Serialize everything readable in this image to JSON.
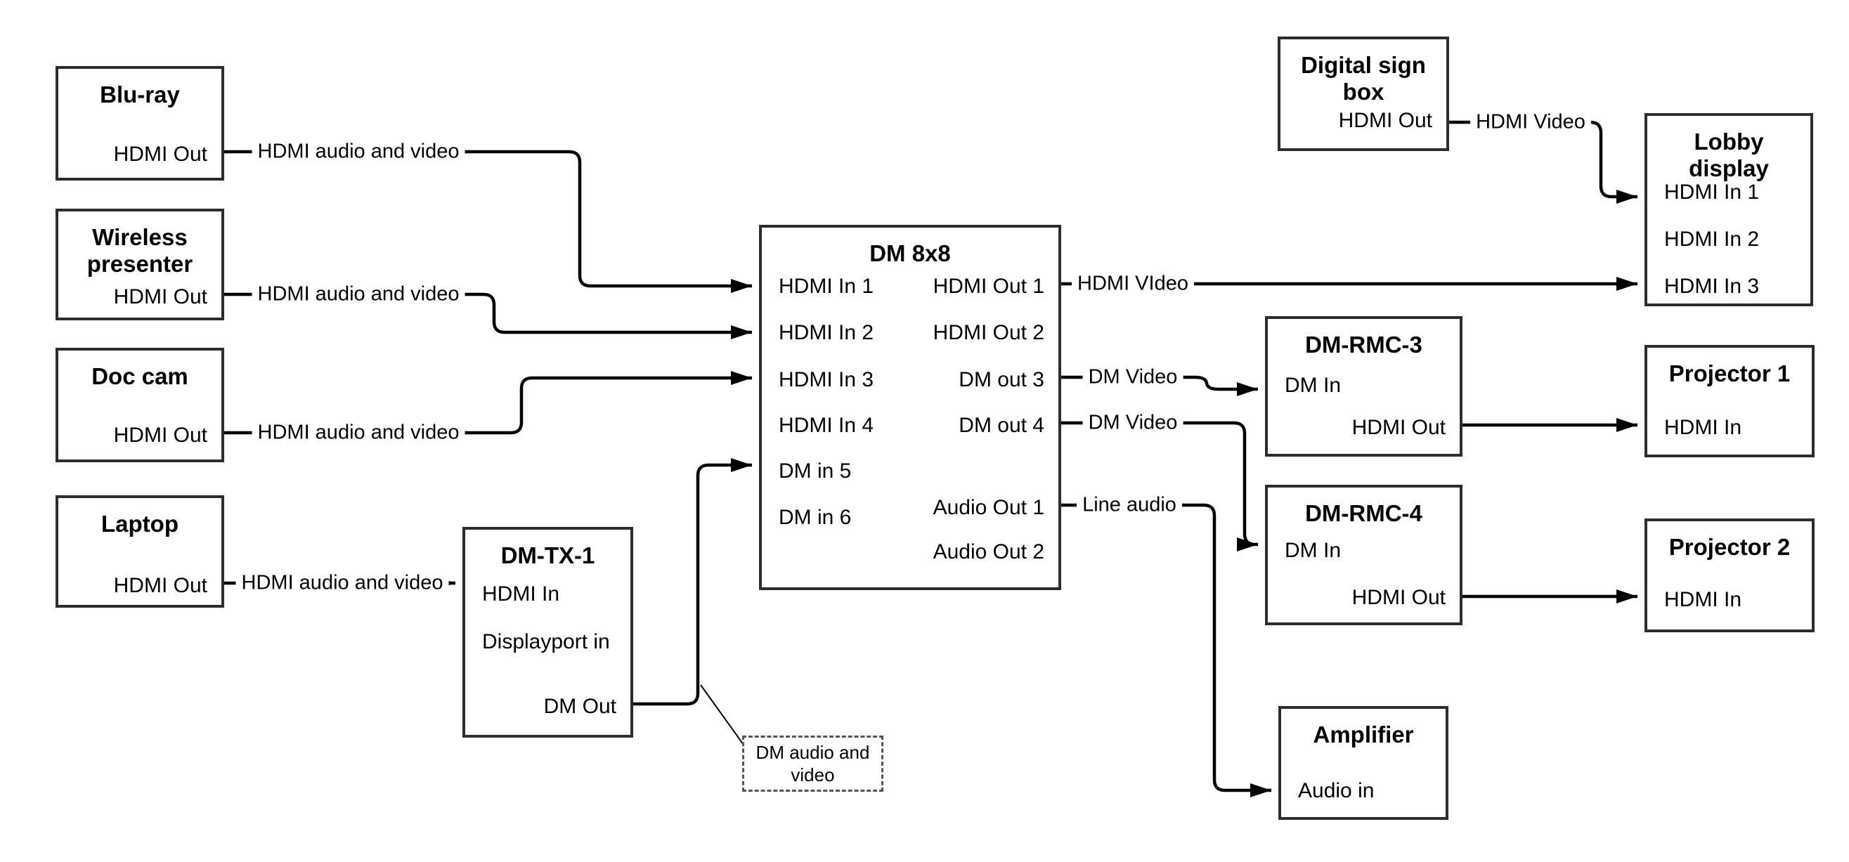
{
  "diagram": {
    "background_color": "#ffffff",
    "box_border_color": "#2d2d2d",
    "wire_color": "#000000",
    "text_color": "#000000"
  },
  "nodes": {
    "bluray": {
      "title": "Blu-ray",
      "ports": {
        "hdmi_out": "HDMI Out"
      }
    },
    "wireless_presenter": {
      "title": "Wireless\npresenter",
      "ports": {
        "hdmi_out": "HDMI Out"
      }
    },
    "doc_cam": {
      "title": "Doc cam",
      "ports": {
        "hdmi_out": "HDMI Out"
      }
    },
    "laptop": {
      "title": "Laptop",
      "ports": {
        "hdmi_out": "HDMI Out"
      }
    },
    "dm_tx_1": {
      "title": "DM-TX-1",
      "ports": {
        "hdmi_in": "HDMI In",
        "displayport_in": "Displayport in",
        "dm_out": "DM Out"
      }
    },
    "dm_8x8": {
      "title": "DM 8x8",
      "ports": {
        "hdmi_in_1": "HDMI In 1",
        "hdmi_in_2": "HDMI In 2",
        "hdmi_in_3": "HDMI In 3",
        "hdmi_in_4": "HDMI In 4",
        "dm_in_5": "DM in 5",
        "dm_in_6": "DM in 6",
        "hdmi_out_1": "HDMI Out 1",
        "hdmi_out_2": "HDMI Out 2",
        "dm_out_3": "DM out 3",
        "dm_out_4": "DM out 4",
        "audio_out_1": "Audio Out 1",
        "audio_out_2": "Audio Out 2"
      }
    },
    "digital_sign_box": {
      "title": "Digital sign\nbox",
      "ports": {
        "hdmi_out": "HDMI Out"
      }
    },
    "lobby_display": {
      "title": "Lobby\ndisplay",
      "ports": {
        "hdmi_in_1": "HDMI In 1",
        "hdmi_in_2": "HDMI In 2",
        "hdmi_in_3": "HDMI In 3"
      }
    },
    "dm_rmc_3": {
      "title": "DM-RMC-3",
      "ports": {
        "dm_in": "DM In",
        "hdmi_out": "HDMI Out"
      }
    },
    "projector_1": {
      "title": "Projector 1",
      "ports": {
        "hdmi_in": "HDMI In"
      }
    },
    "dm_rmc_4": {
      "title": "DM-RMC-4",
      "ports": {
        "dm_in": "DM In",
        "hdmi_out": "HDMI Out"
      }
    },
    "projector_2": {
      "title": "Projector 2",
      "ports": {
        "hdmi_in": "HDMI In"
      }
    },
    "amplifier": {
      "title": "Amplifier",
      "ports": {
        "audio_in": "Audio in"
      }
    }
  },
  "connector_labels": {
    "bluray_to_dm8x8": "HDMI audio and video",
    "wireless_to_dm8x8": "HDMI audio and video",
    "doccam_to_dm8x8": "HDMI audio and video",
    "laptop_to_dmtx1": "HDMI audio and video",
    "dm8x8_out1_to_lobby": "HDMI VIdeo",
    "dm8x8_out3_to_rmc3": "DM Video",
    "dm8x8_out4_to_rmc4": "DM Video",
    "dm8x8_audio1_to_amp": "Line audio",
    "digisign_to_lobby": "HDMI Video"
  },
  "callout": {
    "text": "DM audio and\nvideo"
  }
}
